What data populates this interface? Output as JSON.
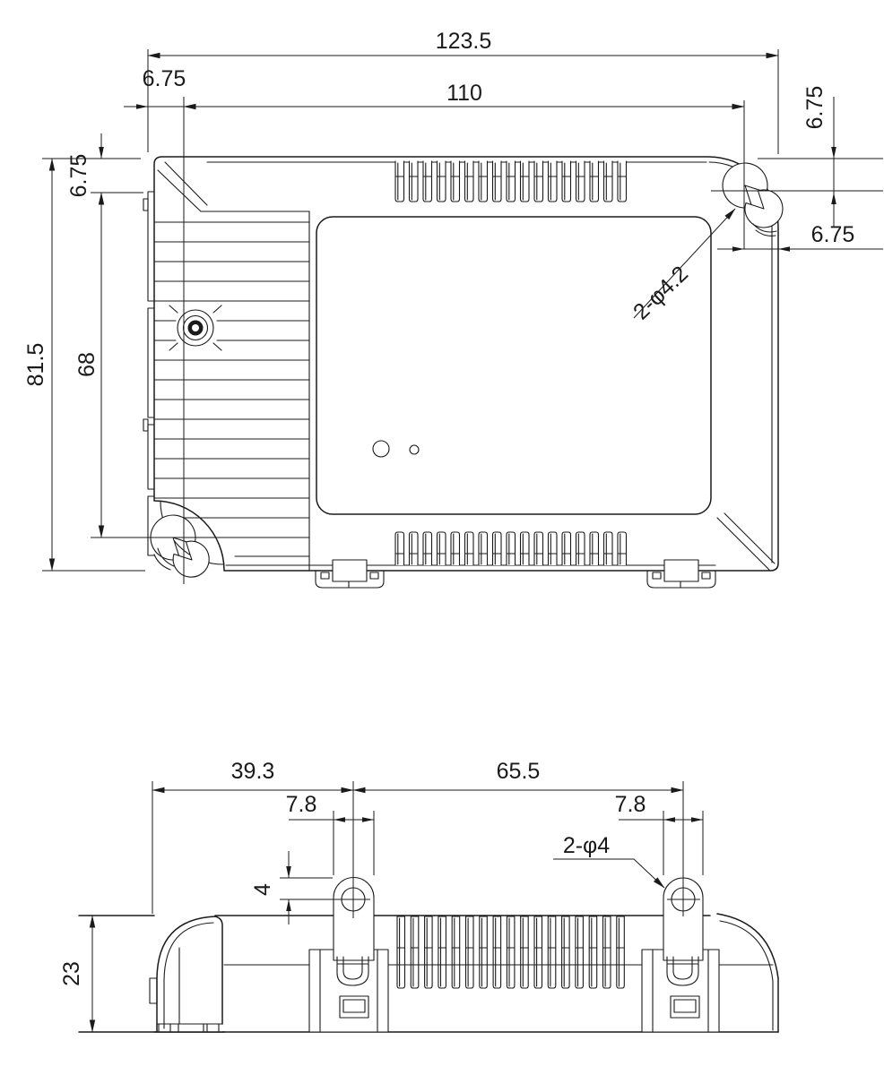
{
  "page": {
    "background": "#ffffff",
    "line_color": "#1a1a1a"
  },
  "top_view": {
    "dim_overall_width": "123.5",
    "dim_mount_hole_pitch_x": "110",
    "dim_hole_offset_top_left": "6.75",
    "dim_hole_offset_left_side": "6.75",
    "dim_overall_height": "81.5",
    "dim_mount_hole_pitch_y": "68",
    "dim_hole_offset_right_top": "6.75",
    "dim_hole_offset_right_side": "6.75",
    "callout_mount_holes": "2-φ4.2"
  },
  "side_view": {
    "dim_left_edge_to_lug_center": "39.3",
    "dim_lug_center_pitch": "65.5",
    "dim_lug_width_left": "7.8",
    "dim_lug_width_right": "7.8",
    "callout_lug_holes": "2-φ4",
    "dim_lug_hole_center_from_top": "4",
    "dim_body_height": "23"
  }
}
